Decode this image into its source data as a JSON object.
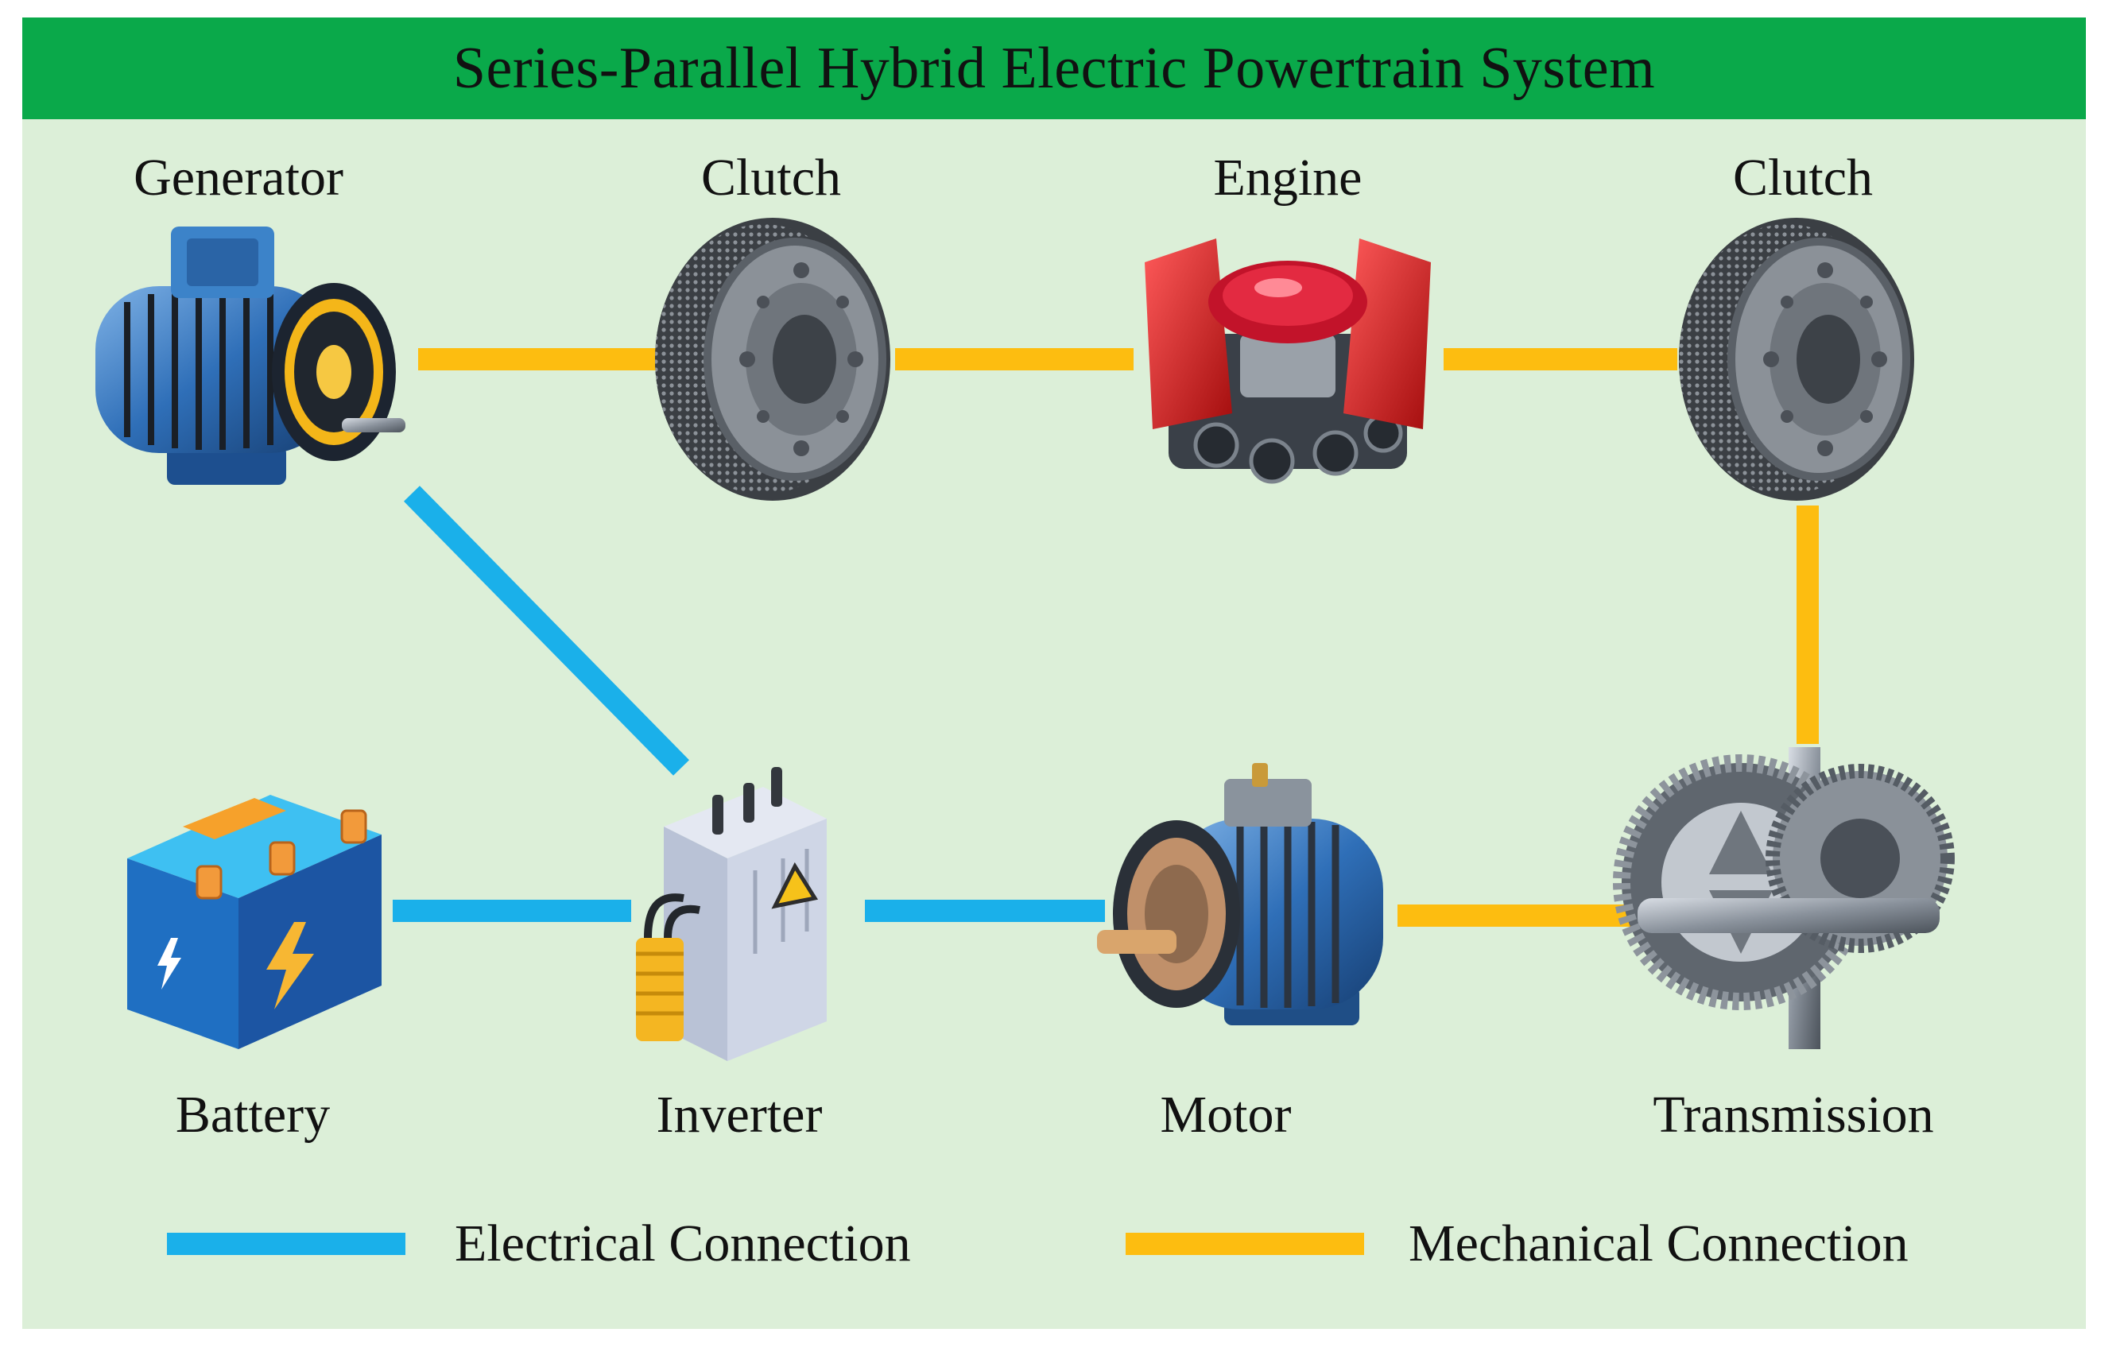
{
  "title": "Series-Parallel Hybrid Electric Powertrain System",
  "colors": {
    "background": "#dcefd8",
    "title_bar": "#0aa94a",
    "electrical": "#1ab0ea",
    "mechanical": "#fdbd10"
  },
  "components": {
    "generator": "Generator",
    "clutch_left": "Clutch",
    "engine": "Engine",
    "clutch_right": "Clutch",
    "battery": "Battery",
    "inverter": "Inverter",
    "motor": "Motor",
    "transmission": "Transmission"
  },
  "icons": {
    "generator": "electric-generator-icon",
    "clutch": "clutch-disc-icon",
    "engine": "v8-engine-icon",
    "battery": "car-battery-icon",
    "inverter": "power-inverter-icon",
    "motor": "electric-motor-icon",
    "transmission": "gear-transmission-icon"
  },
  "legend": {
    "electrical": "Electrical Connection",
    "mechanical": "Mechanical Connection"
  }
}
